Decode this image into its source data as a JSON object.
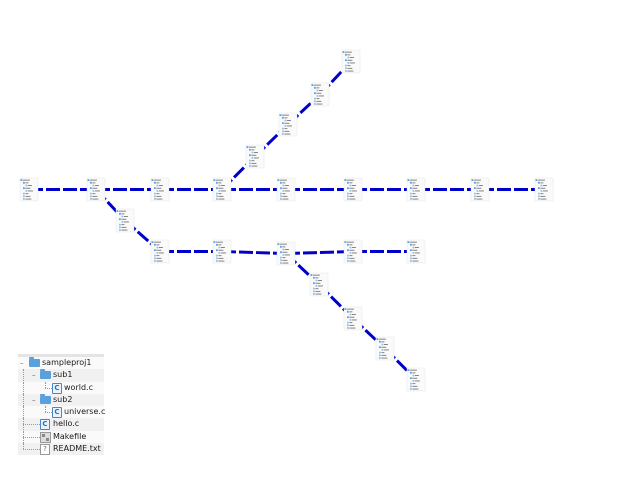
{
  "tree": {
    "items": [
      {
        "label": "sampleproj1",
        "icon": "folder-icon",
        "depth": 0
      },
      {
        "label": "sub1",
        "icon": "folder-icon",
        "depth": 1
      },
      {
        "label": "world.c",
        "icon": "c-file-icon",
        "depth": 2
      },
      {
        "label": "sub2",
        "icon": "folder-icon",
        "depth": 1
      },
      {
        "label": "universe.c",
        "icon": "c-file-icon",
        "depth": 2
      },
      {
        "label": "hello.c",
        "icon": "c-file-icon",
        "depth": 1
      },
      {
        "label": "Makefile",
        "icon": "makefile-icon",
        "depth": 1
      },
      {
        "label": "README.txt",
        "icon": "unknown-file-icon",
        "depth": 1
      }
    ],
    "twisty": "–",
    "c_glyph": "C",
    "unknown_glyph": "?"
  },
  "graph": {
    "edge_color": "#0000cc",
    "node_count": 23,
    "edge_count": 22
  }
}
